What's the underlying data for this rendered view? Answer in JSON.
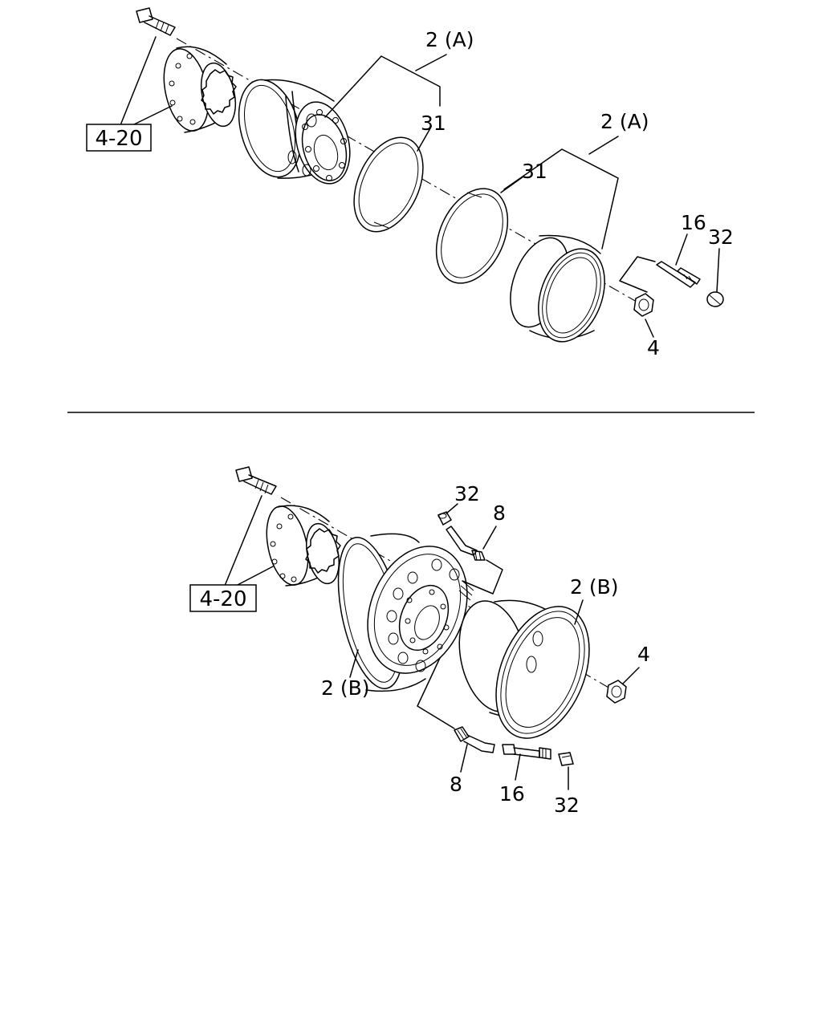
{
  "upper": {
    "ref_box": "4-20",
    "callouts": {
      "rim_inner": "2 (A)",
      "rim_outer": "2 (A)",
      "ring_inner": "31",
      "ring_outer": "31",
      "valve": "16",
      "cap": "32",
      "nut": "4"
    }
  },
  "lower": {
    "ref_box": "4-20",
    "callouts": {
      "cap_top": "32",
      "ext_top": "8",
      "rim_right": "2 (B)",
      "rim_left": "2 (B)",
      "nut": "4",
      "ext_bottom": "8",
      "valve": "16",
      "cap_bottom": "32"
    }
  }
}
